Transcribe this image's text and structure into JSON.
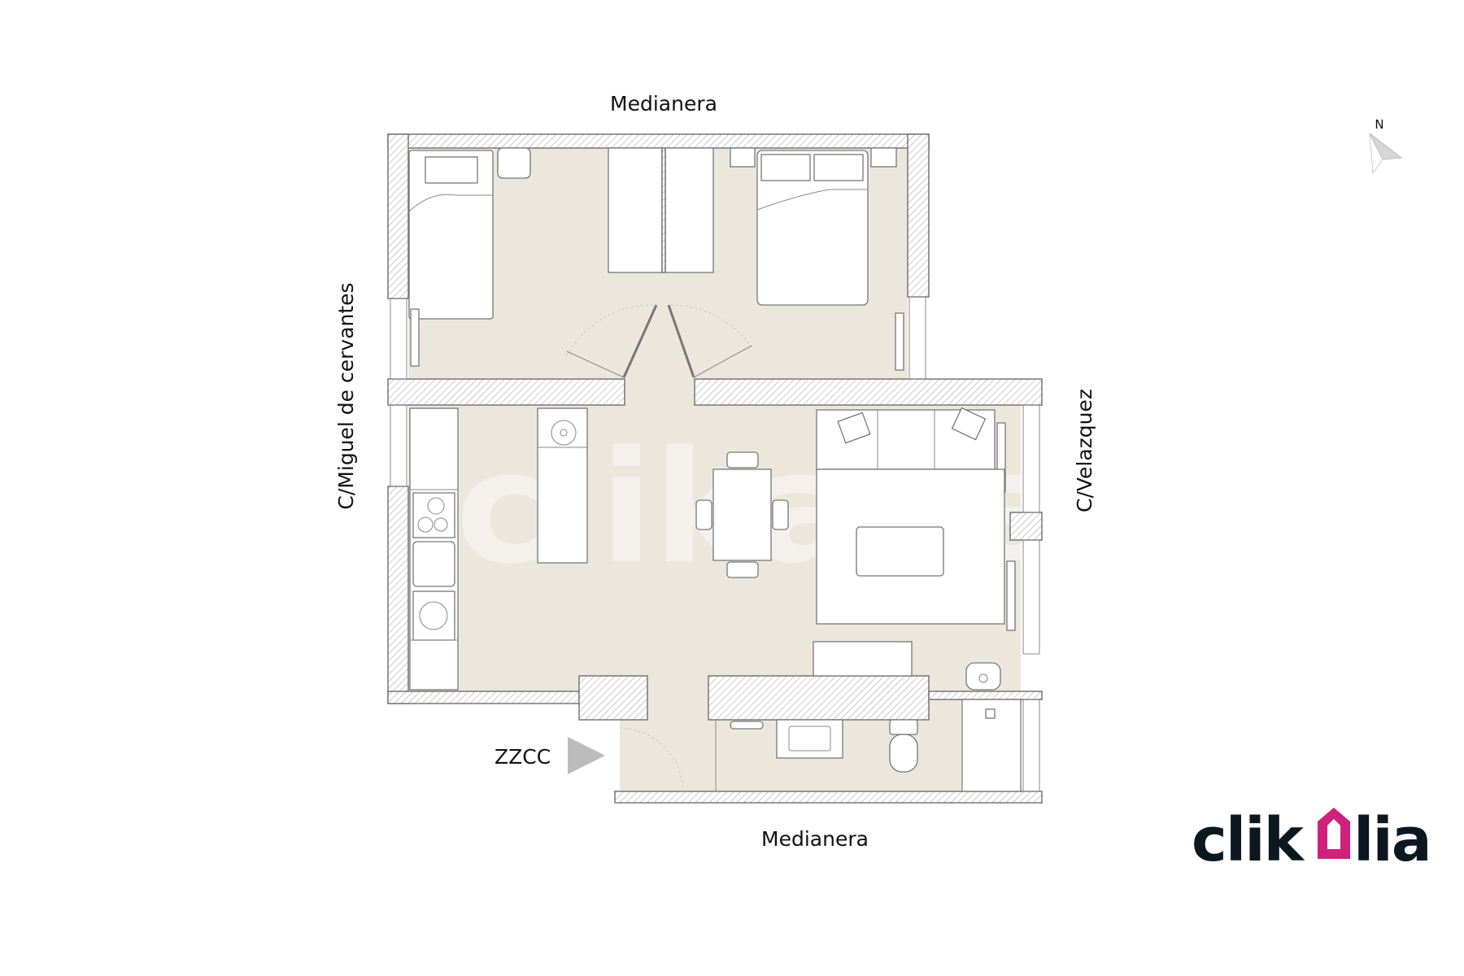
{
  "labels": {
    "top": "Medianera",
    "bottom": "Medianera",
    "left": "C/Miguel de cervantes",
    "right": "C/Velazquez",
    "entrance": "ZZCC"
  },
  "compass": {
    "north_label": "N"
  },
  "logo": {
    "part1": "clik",
    "house_letter": "a",
    "part2": "lia",
    "accent_color": "#d0217c",
    "dark_color": "#0b1820"
  },
  "watermark": "clikalia",
  "colors": {
    "floor": "#ebe7dd",
    "wall_line": "#777777"
  }
}
